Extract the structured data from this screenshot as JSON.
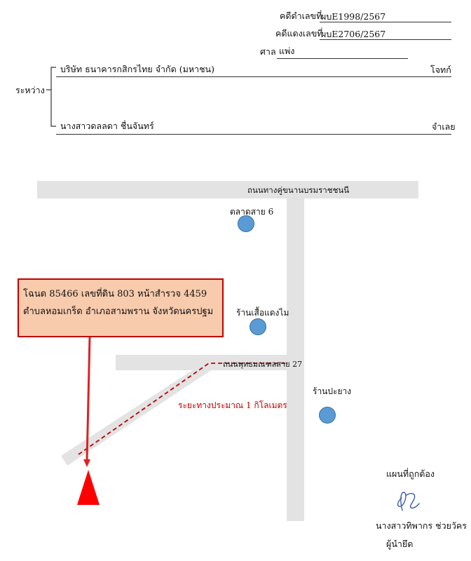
{
  "header": {
    "black_case_label": "คดีดำเลขที่",
    "black_case_no": "ผบE1998/2567",
    "red_case_label": "คดีแดงเลขที่",
    "red_case_no": "ผบE2706/2567",
    "court_label": "ศาล",
    "court_name": "แพ่ง"
  },
  "parties": {
    "between_label": "ระหว่าง",
    "plaintiff_name": "บริษัท ธนาคารกสิกรไทย จำกัด (มหาชน)",
    "plaintiff_role": "โจทก์",
    "defendant_name": "นางสาวดลลดา ชื่นจันทร์",
    "defendant_role": "จำเลย"
  },
  "map": {
    "main_road": "ถนนทางคู่ขนานบรมราชชนนี",
    "landmark_market": "ตลาดสาย 6",
    "landmark_shirt_shop": "ร้านเสื้อแดงไม",
    "soi_label": "ถนนพุทธมณฑลสาย 27",
    "landmark_pha_yang": "ร้านปะยาง",
    "distance_label": "ระยะทางประมาณ 1 กิโลเมตร",
    "callout_line1": "โฉนด 85466 เลขที่ดิน 803 หน้าสำรวจ 4459",
    "callout_line2": "ตำบลหอมเกร็ด อำเภอสามพราน จังหวัดนครปฐม",
    "colors": {
      "road": "#e3e3e3",
      "route": "#c00000",
      "callout_fill": "#f8cbad",
      "landmark": "#5b9bd5"
    }
  },
  "footer": {
    "verified_label": "แผนที่ถูกต้อง",
    "signer_name": "นางสาวทิพากร ช่วยวัคร",
    "signer_role": "ผู้นำยึด"
  }
}
